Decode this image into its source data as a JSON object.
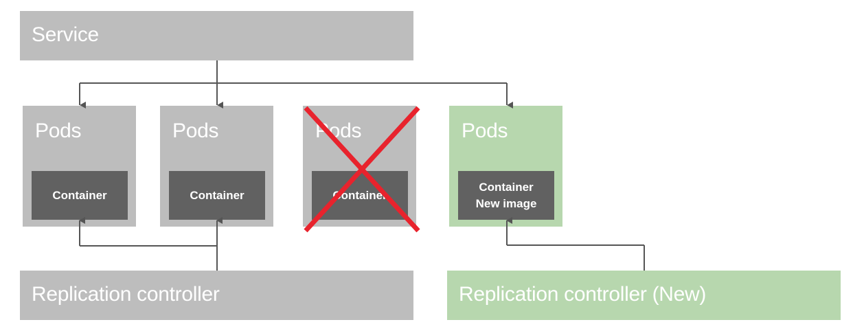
{
  "service": {
    "label": "Service"
  },
  "pods": [
    {
      "label": "Pods",
      "container": "Container",
      "sublabel": "",
      "state": "running"
    },
    {
      "label": "Pods",
      "container": "Container",
      "sublabel": "",
      "state": "running"
    },
    {
      "label": "Pods",
      "container": "Container",
      "sublabel": "",
      "state": "deleted"
    },
    {
      "label": "Pods",
      "container": "Container",
      "sublabel": "New image",
      "state": "new"
    }
  ],
  "replication_controller": {
    "label": "Replication controller"
  },
  "replication_controller_new": {
    "label": "Replication controller (New)"
  },
  "colors": {
    "grey_box": "#bdbdbd",
    "green_box": "#b7d7ae",
    "container": "#616161",
    "arrow": "#555555",
    "cross": "#e8232d"
  }
}
